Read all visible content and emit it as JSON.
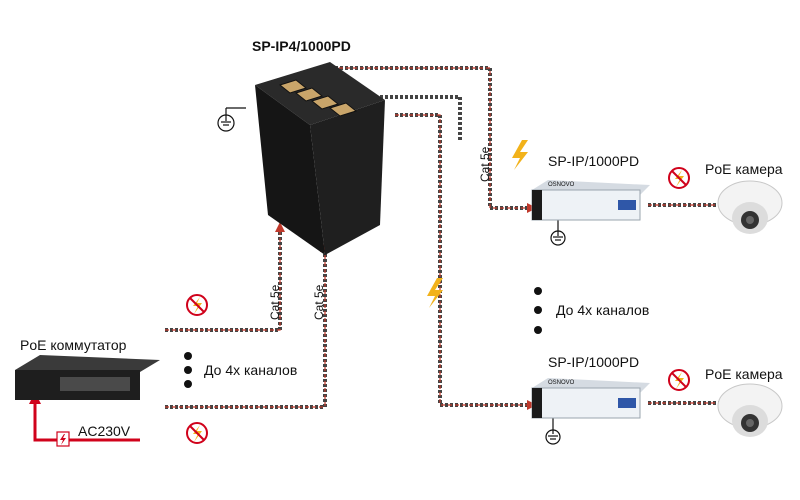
{
  "title_device": "SP-IP4/1000PD",
  "remote_device_top": "SP-IP/1000PD",
  "remote_device_bottom": "SP-IP/1000PD",
  "camera_top": "PoE камера",
  "camera_bottom": "PoE камера",
  "switch_label": "PoE коммутатор",
  "power_label": "AC230V",
  "channels_left": "До 4х каналов",
  "channels_right": "До 4х каналов",
  "cable_left_a": "Cat 5e",
  "cable_left_b": "Cat 5e",
  "cable_right": "Cat 5e",
  "module_brand": "OSNOVO",
  "colors": {
    "cable_red": "#c0392b",
    "device_dark": "#1b1b1b",
    "lightning": "#f2b21a",
    "module_white": "#eef2f6",
    "module_blue": "#2f57a8"
  }
}
